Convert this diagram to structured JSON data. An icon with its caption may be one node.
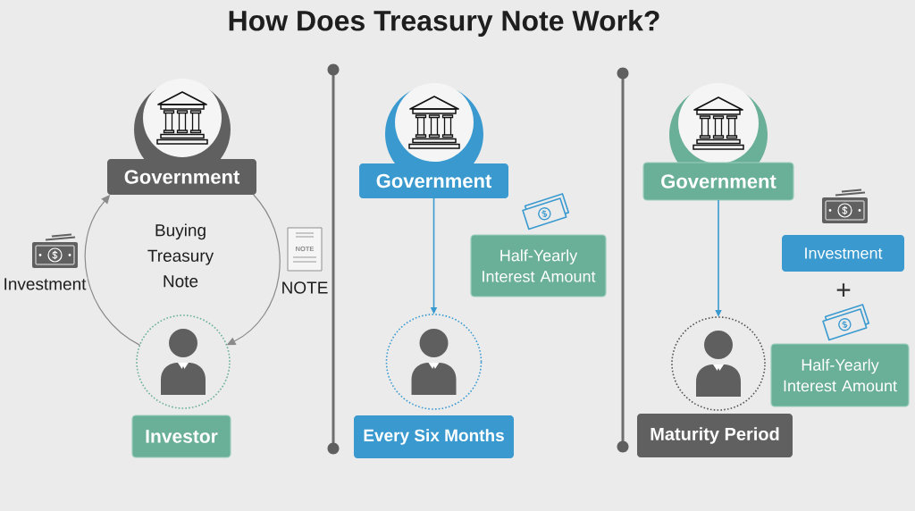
{
  "diagram": {
    "title": "How Does Treasury Note Work?",
    "nodes": [
      {
        "text": [
          "Government"
        ]
      },
      {
        "text": [],
        "shape": "person"
      },
      {
        "text": [
          "Investor"
        ]
      },
      {
        "text": [
          "Government"
        ]
      },
      {
        "text": [],
        "shape": "person"
      },
      {
        "text": [
          "Every Six Months"
        ]
      },
      {
        "text": [
          "Half-Yearly Interest Amount"
        ]
      },
      {
        "text": [
          "Government"
        ]
      },
      {
        "text": [],
        "shape": "person"
      },
      {
        "text": [
          "Maturity Period"
        ]
      },
      {
        "text": [
          "Investment"
        ]
      },
      {
        "text": [
          "Half-Yearly Interest Amount"
        ]
      }
    ],
    "edges": [
      {
        "from": 1,
        "to": 0,
        "arrow": "to",
        "label": "Investment"
      },
      {
        "from": 0,
        "to": 1,
        "arrow": "to",
        "label": "NOTE"
      },
      {
        "from": 3,
        "to": 4,
        "arrow": "to",
        "color": "#3a9ad0"
      },
      {
        "from": 7,
        "to": 8,
        "arrow": "to",
        "color": "#3a9ad0"
      }
    ],
    "labels": [
      "Buying Treasury Note",
      "NOTE",
      "+"
    ]
  }
}
